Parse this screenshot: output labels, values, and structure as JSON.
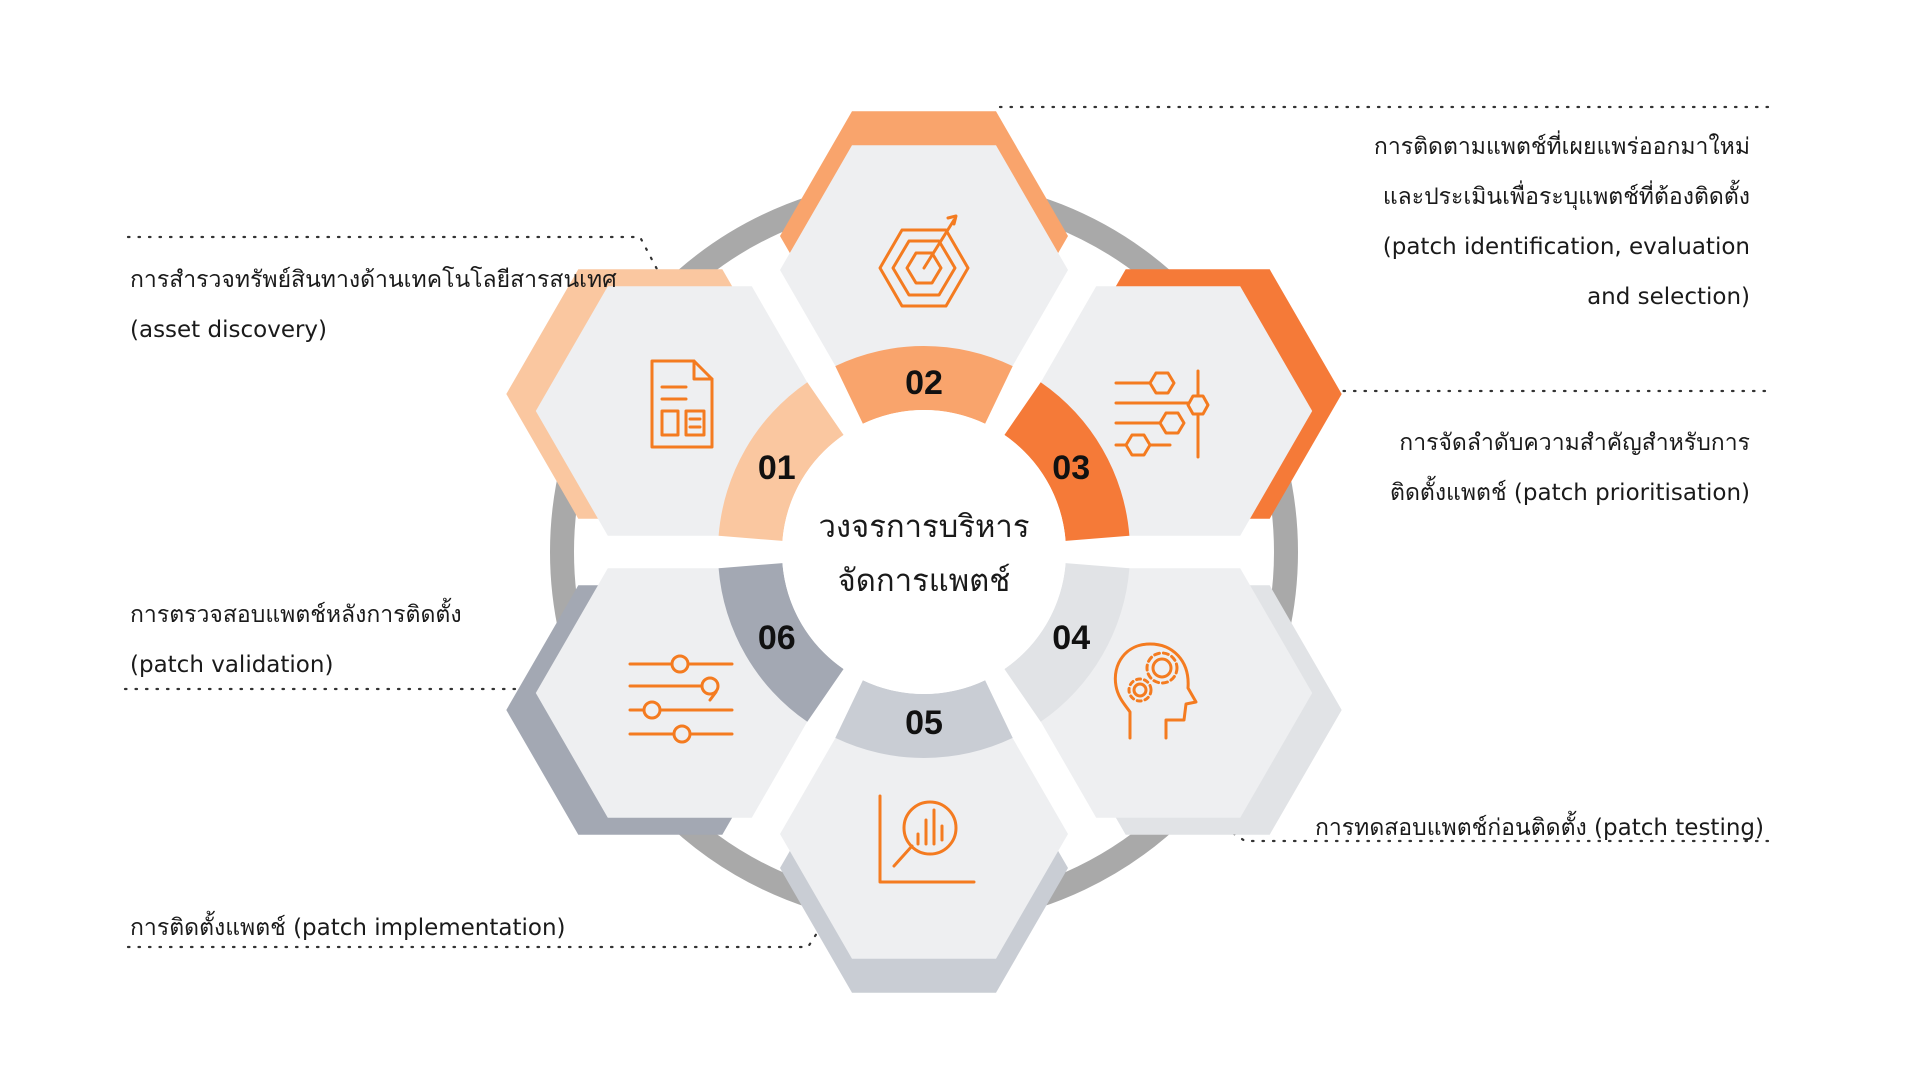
{
  "center_title": [
    "วงจรการบริหาร",
    "จัดการแพตช์"
  ],
  "colors": {
    "hex_fill": "#EEEFF1",
    "ring": "#A9A9A9",
    "icon": "#F47B20"
  },
  "steps": [
    {
      "number": "01",
      "color": "#FAC7A0",
      "icon": "document-icon",
      "label": [
        "การสำรวจทรัพย์สินทางด้านเทคโนโลยีสารสนเทศ",
        "(asset discovery)"
      ]
    },
    {
      "number": "02",
      "color": "#F9A46C",
      "icon": "target-icon",
      "label": [
        "การติดตามแพตช์ที่เผยแพร่ออกมาใหม่",
        "และประเมินเพื่อระบุแพตช์ที่ต้องติดตั้ง",
        "(patch identification, evaluation",
        "and selection)"
      ]
    },
    {
      "number": "03",
      "color": "#F57A38",
      "icon": "hexagon-sliders-icon",
      "label": [
        "การจัดลำดับความสำคัญสำหรับการ",
        "ติดตั้งแพตช์ (patch prioritisation)"
      ]
    },
    {
      "number": "04",
      "color": "#E1E3E6",
      "icon": "head-gears-icon",
      "label": [
        "การทดสอบแพตช์ก่อนติดตั้ง (patch testing)"
      ]
    },
    {
      "number": "05",
      "color": "#C9CDD4",
      "icon": "chart-magnifier-icon",
      "label": [
        "การติดตั้งแพตช์ (patch implementation)"
      ]
    },
    {
      "number": "06",
      "color": "#A3A8B3",
      "icon": "sliders-search-icon",
      "label": [
        "การตรวจสอบแพตช์หลังการติดตั้ง",
        "(patch validation)"
      ]
    }
  ]
}
